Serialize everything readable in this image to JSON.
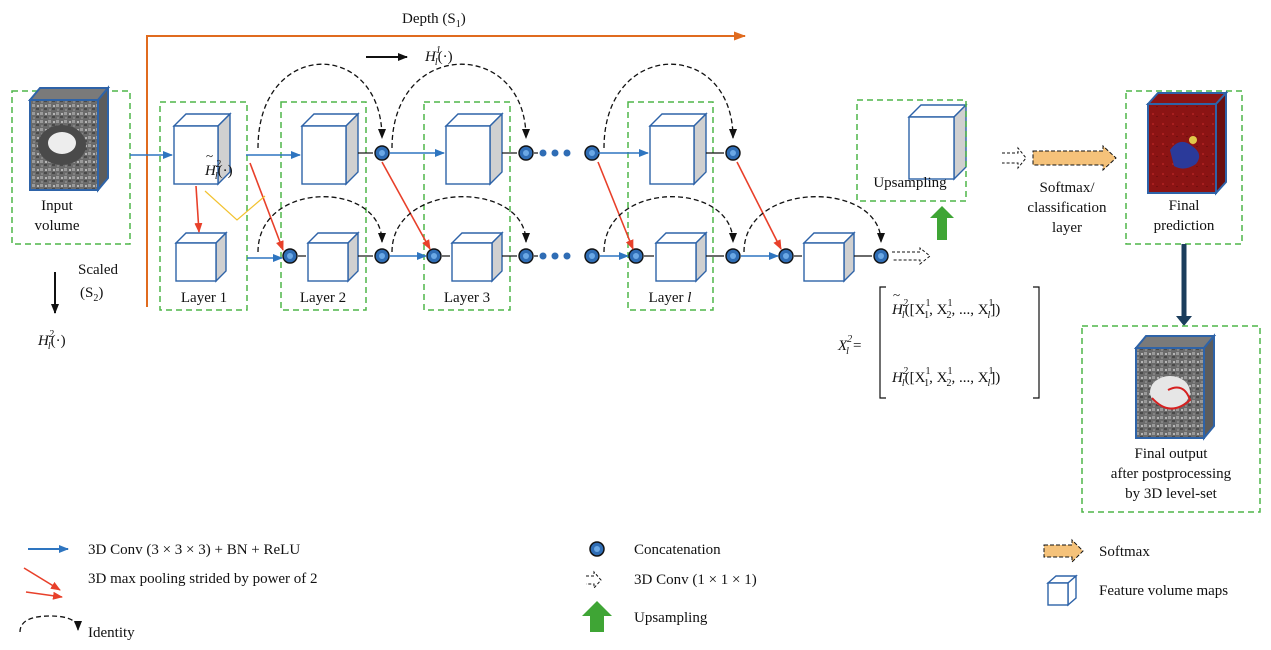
{
  "top": {
    "depth_label": "Depth (S",
    "depth_sub": "1",
    "depth_close": ")",
    "h1_label": "H",
    "h1_sup": "1",
    "h1_sub": "l",
    "h1_arg": "(·)"
  },
  "input": {
    "line1": "Input",
    "line2": "volume"
  },
  "scaled": {
    "label": "Scaled",
    "s2": "(S",
    "s2_sub": "2",
    "s2_close": ")",
    "h2": "H",
    "h2_sup": "2",
    "h2_sub": "l",
    "h2_arg": "(·)"
  },
  "tilde_h": {
    "base": "H",
    "sup": "2",
    "sub": "l",
    "arg": "(·)",
    "tilde": "~"
  },
  "layers": [
    {
      "prefix": "Layer ",
      "num": "1"
    },
    {
      "prefix": "Layer ",
      "num": "2"
    },
    {
      "prefix": "Layer ",
      "num": "3"
    },
    {
      "prefix": "Layer ",
      "num": "l"
    }
  ],
  "upsampling_box": "Upsampling",
  "softmax_layer": {
    "line1": "Softmax/",
    "line2": "classification",
    "line3": "layer"
  },
  "final_prediction": {
    "line1": "Final",
    "line2": "prediction"
  },
  "final_output": {
    "line1": "Final output",
    "line2": "after postprocessing",
    "line3": "by 3D level-set"
  },
  "equation": {
    "lhs": "X",
    "lhs_sup": "2",
    "lhs_sub": "l",
    "eq": "=",
    "row1": "([X",
    "row2": "([X",
    "x1_sub": "1",
    "x2_sub": "2",
    "xl_sub": "l",
    "sup1": "1",
    "dots": ", ..., X",
    "close": "])",
    "comma": ", X"
  },
  "legend": {
    "conv3": "3D Conv (3 × 3 × 3) + BN + ReLU",
    "pool": "3D max pooling strided by power of 2",
    "identity": "Identity",
    "concat": "Concatenation",
    "conv1": "3D Conv (1 × 1 × 1)",
    "upsampling": "Upsampling",
    "softmax": "Softmax",
    "feature_maps": "Feature volume maps"
  },
  "colors": {
    "blue_arrow": "#2e75c0",
    "red_arrow": "#e8402a",
    "orange_axis": "#e06b1f",
    "green_dashed": "#4fb548",
    "upsample_green": "#3fa535",
    "softmax_fill": "#f5c27a",
    "cube_edge": "#2e63a8",
    "cube_side": "#d0d0d0",
    "concat_fill": "#2f6db5",
    "dark_arrow": "#1b3d5c"
  }
}
